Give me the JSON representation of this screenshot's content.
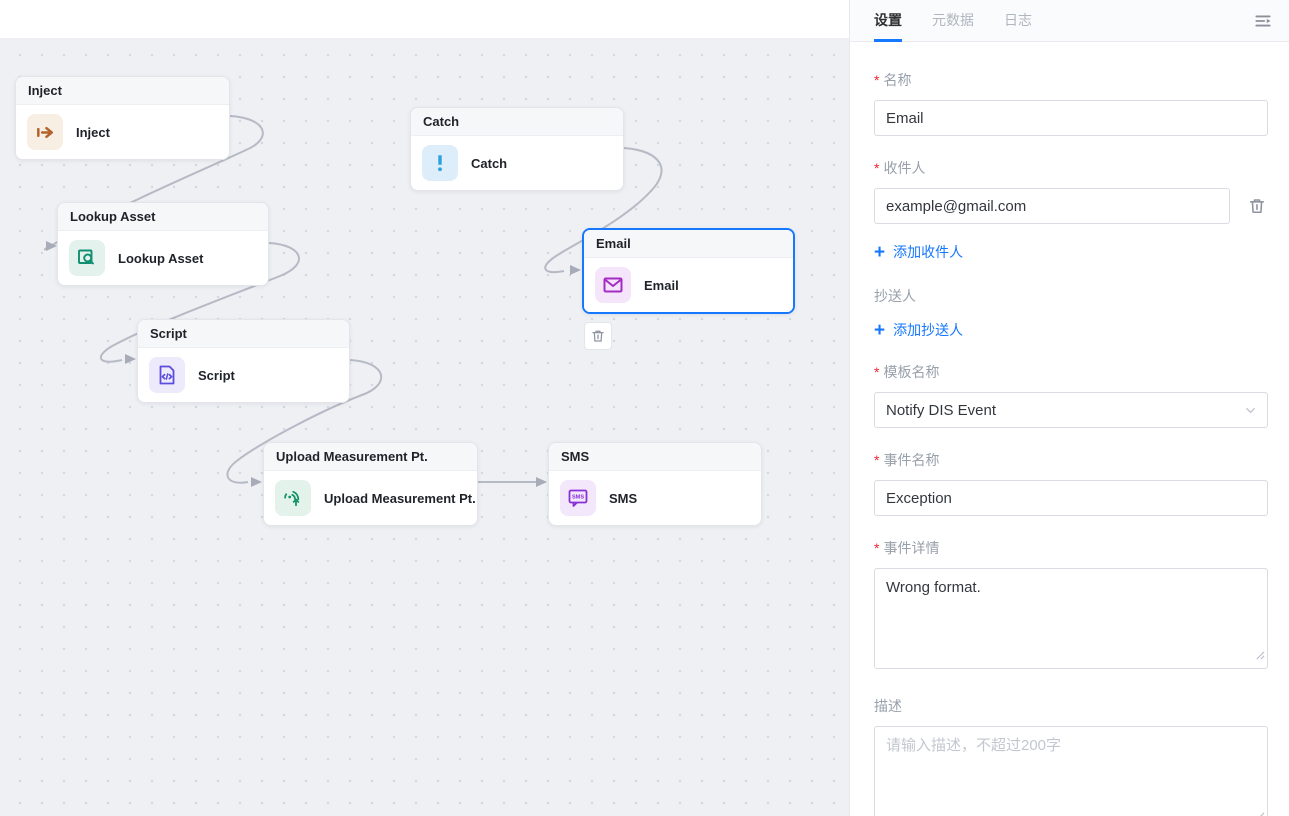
{
  "canvas": {
    "nodes": [
      {
        "title": "Inject",
        "label": "Inject",
        "icon": "inject-arrow-icon"
      },
      {
        "title": "Lookup Asset",
        "label": "Lookup Asset",
        "icon": "lookup-asset-icon"
      },
      {
        "title": "Script",
        "label": "Script",
        "icon": "script-code-icon"
      },
      {
        "title": "Catch",
        "label": "Catch",
        "icon": "catch-exclamation-icon"
      },
      {
        "title": "Email",
        "label": "Email",
        "icon": "email-envelope-icon",
        "selected": true
      },
      {
        "title": "Upload Measurement Pt.",
        "label": "Upload Measurement Pt.",
        "icon": "upload-measurement-icon"
      },
      {
        "title": "SMS",
        "label": "SMS",
        "icon": "sms-bubble-icon"
      }
    ],
    "sms_icon_text": "SMS",
    "connections": [
      {
        "from": "Inject",
        "to": "Lookup Asset"
      },
      {
        "from": "Lookup Asset",
        "to": "Script"
      },
      {
        "from": "Script",
        "to": "Upload Measurement Pt."
      },
      {
        "from": "Upload Measurement Pt.",
        "to": "SMS"
      },
      {
        "from": "Catch",
        "to": "Email"
      }
    ]
  },
  "panel": {
    "tabs": [
      {
        "label": "设置",
        "active": true
      },
      {
        "label": "元数据",
        "active": false
      },
      {
        "label": "日志",
        "active": false
      }
    ],
    "fields": {
      "name": {
        "label": "名称",
        "required_marker": "*",
        "value": "Email"
      },
      "recipient": {
        "label": "收件人",
        "required_marker": "*",
        "value": "example@gmail.com"
      },
      "add_recipient": {
        "plus": "+",
        "label": "添加收件人"
      },
      "cc": {
        "label": "抄送人",
        "required_marker": ""
      },
      "add_cc": {
        "plus": "+",
        "label": "添加抄送人"
      },
      "template_name": {
        "label": "模板名称",
        "required_marker": "*",
        "value": "Notify DIS Event"
      },
      "event_name": {
        "label": "事件名称",
        "required_marker": "*",
        "value": "Exception"
      },
      "event_detail": {
        "label": "事件详情",
        "required_marker": "*",
        "value": "Wrong format."
      },
      "description": {
        "label": "描述",
        "required_marker": "",
        "placeholder": "请输入描述，不超过200字"
      }
    }
  },
  "colors": {
    "accent_blue": "#1677ff",
    "required_red": "#f5222d",
    "wire_gray": "#b6bac4",
    "canvas_bg": "#eef0f4",
    "inject_orange": "#b4622d",
    "lookup_green": "#0f8f6f",
    "script_purple": "#5b4de0",
    "catch_blue": "#2da0dd",
    "email_purple": "#a32cc4",
    "upload_green": "#109468",
    "sms_purple": "#8b2fd6"
  }
}
